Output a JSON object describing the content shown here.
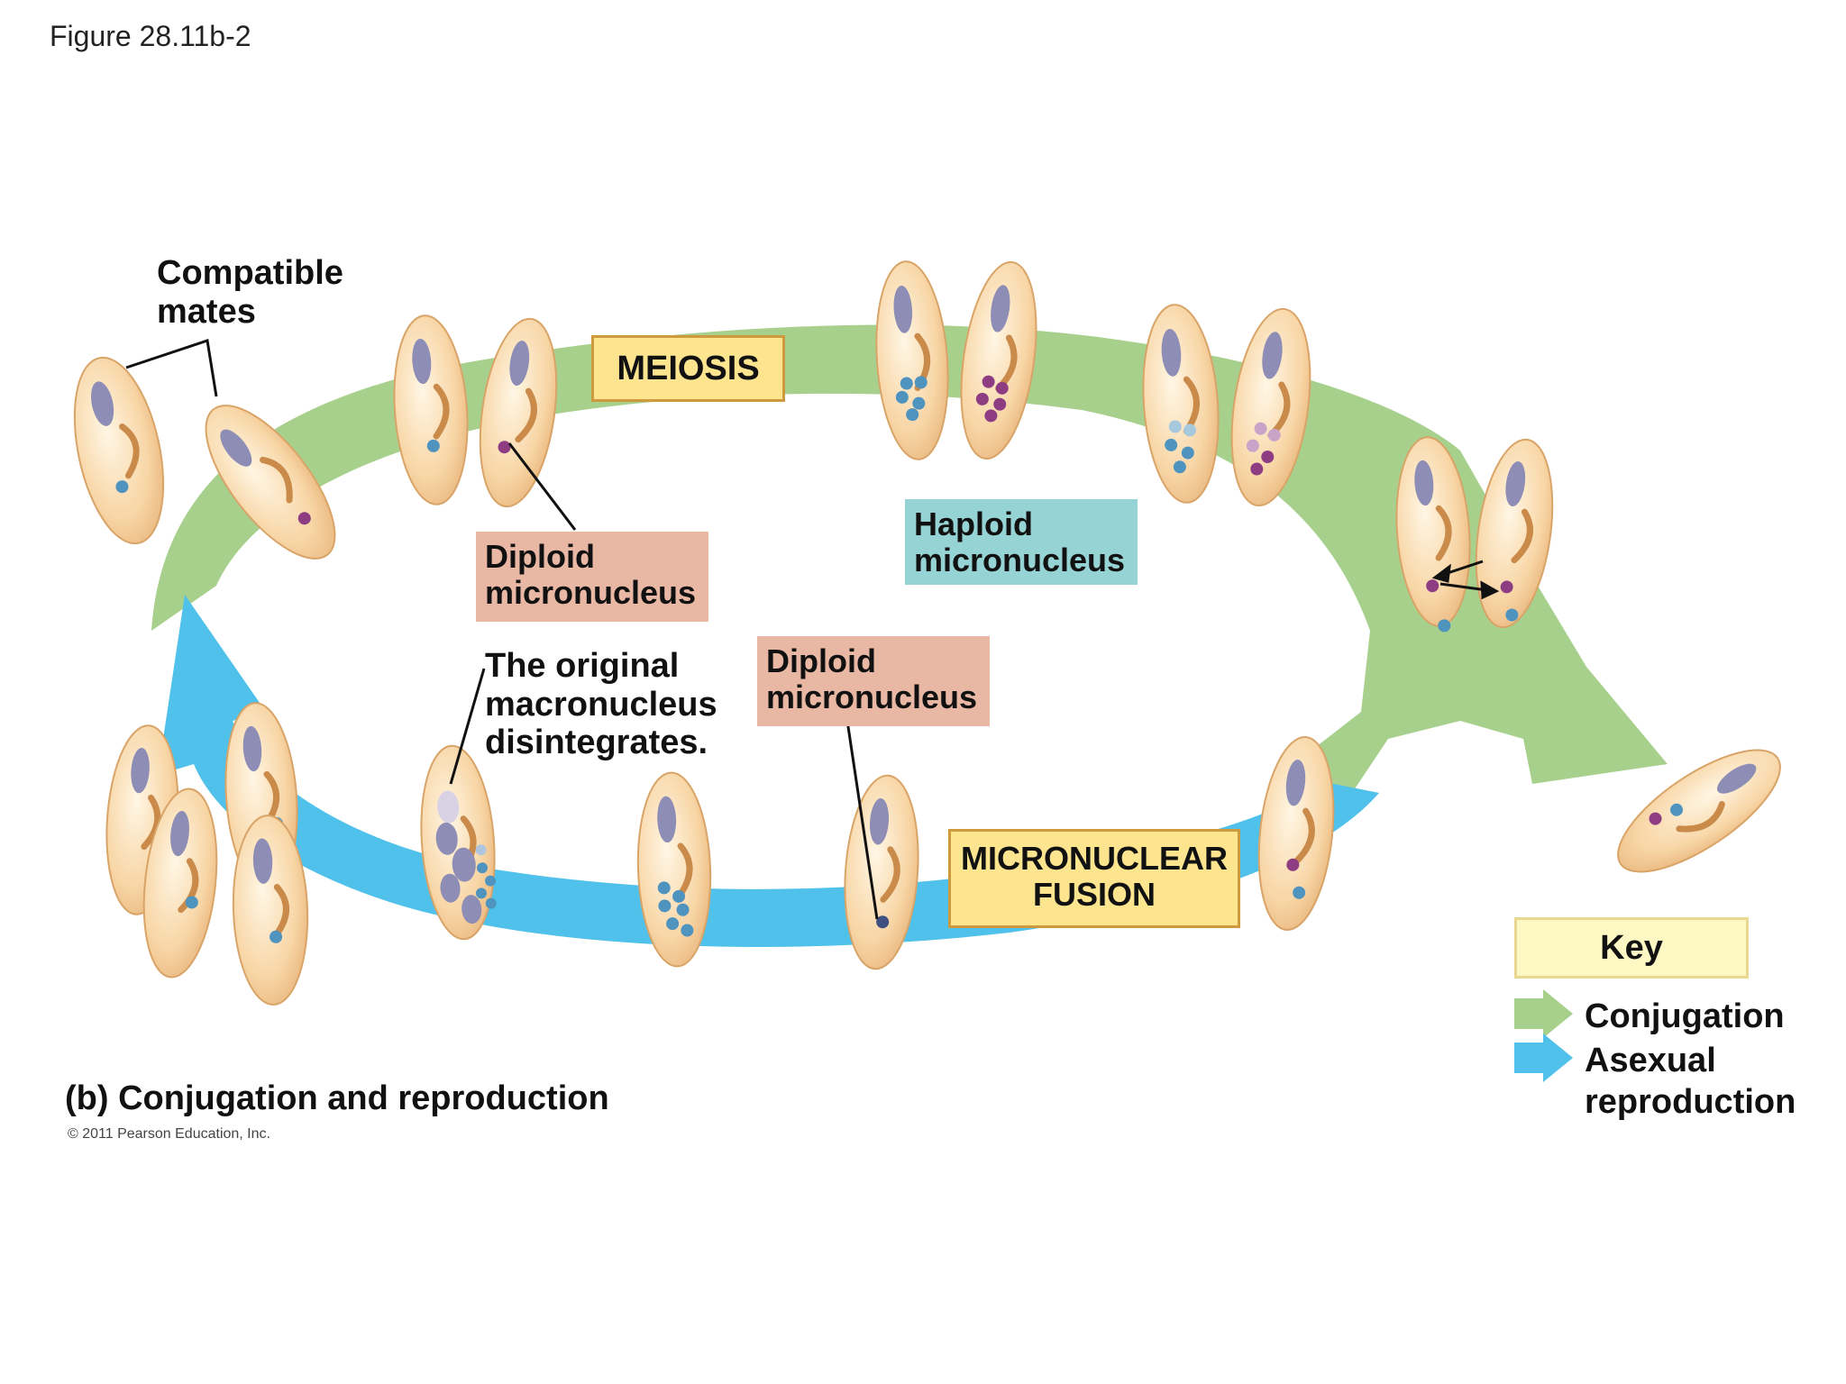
{
  "figure_id": "Figure 28.11b-2",
  "labels": {
    "compatible_mates": [
      "Compatible",
      "mates"
    ],
    "meiosis": "MEIOSIS",
    "diploid_micronucleus_top": [
      "Diploid",
      "micronucleus"
    ],
    "haploid_micronucleus": [
      "Haploid",
      "micronucleus"
    ],
    "original_macronucleus": [
      "The original",
      "macronucleus",
      "disintegrates."
    ],
    "diploid_micronucleus_mid": [
      "Diploid",
      "micronucleus"
    ],
    "micronuclear_fusion": [
      "MICRONUCLEAR",
      "FUSION"
    ]
  },
  "caption": "(b) Conjugation and reproduction",
  "copyright": "© 2011 Pearson Education, Inc.",
  "key": {
    "title": "Key",
    "items": [
      {
        "label": "Conjugation",
        "color": "#a8d08d"
      },
      {
        "label": "Asexual reproduction",
        "lines": [
          "Asexual",
          "reproduction"
        ],
        "color": "#4fc1ea"
      }
    ]
  },
  "colors": {
    "cell_fill": "#f7d3a1",
    "cell_stroke": "#d9a468",
    "macronucleus": "#8d8db5",
    "nucleus_blue": "#4f93bf",
    "nucleus_purple": "#8e3d82",
    "conjugation_arrow": "#a8d08d",
    "asexual_arrow": "#4fc1ea"
  }
}
